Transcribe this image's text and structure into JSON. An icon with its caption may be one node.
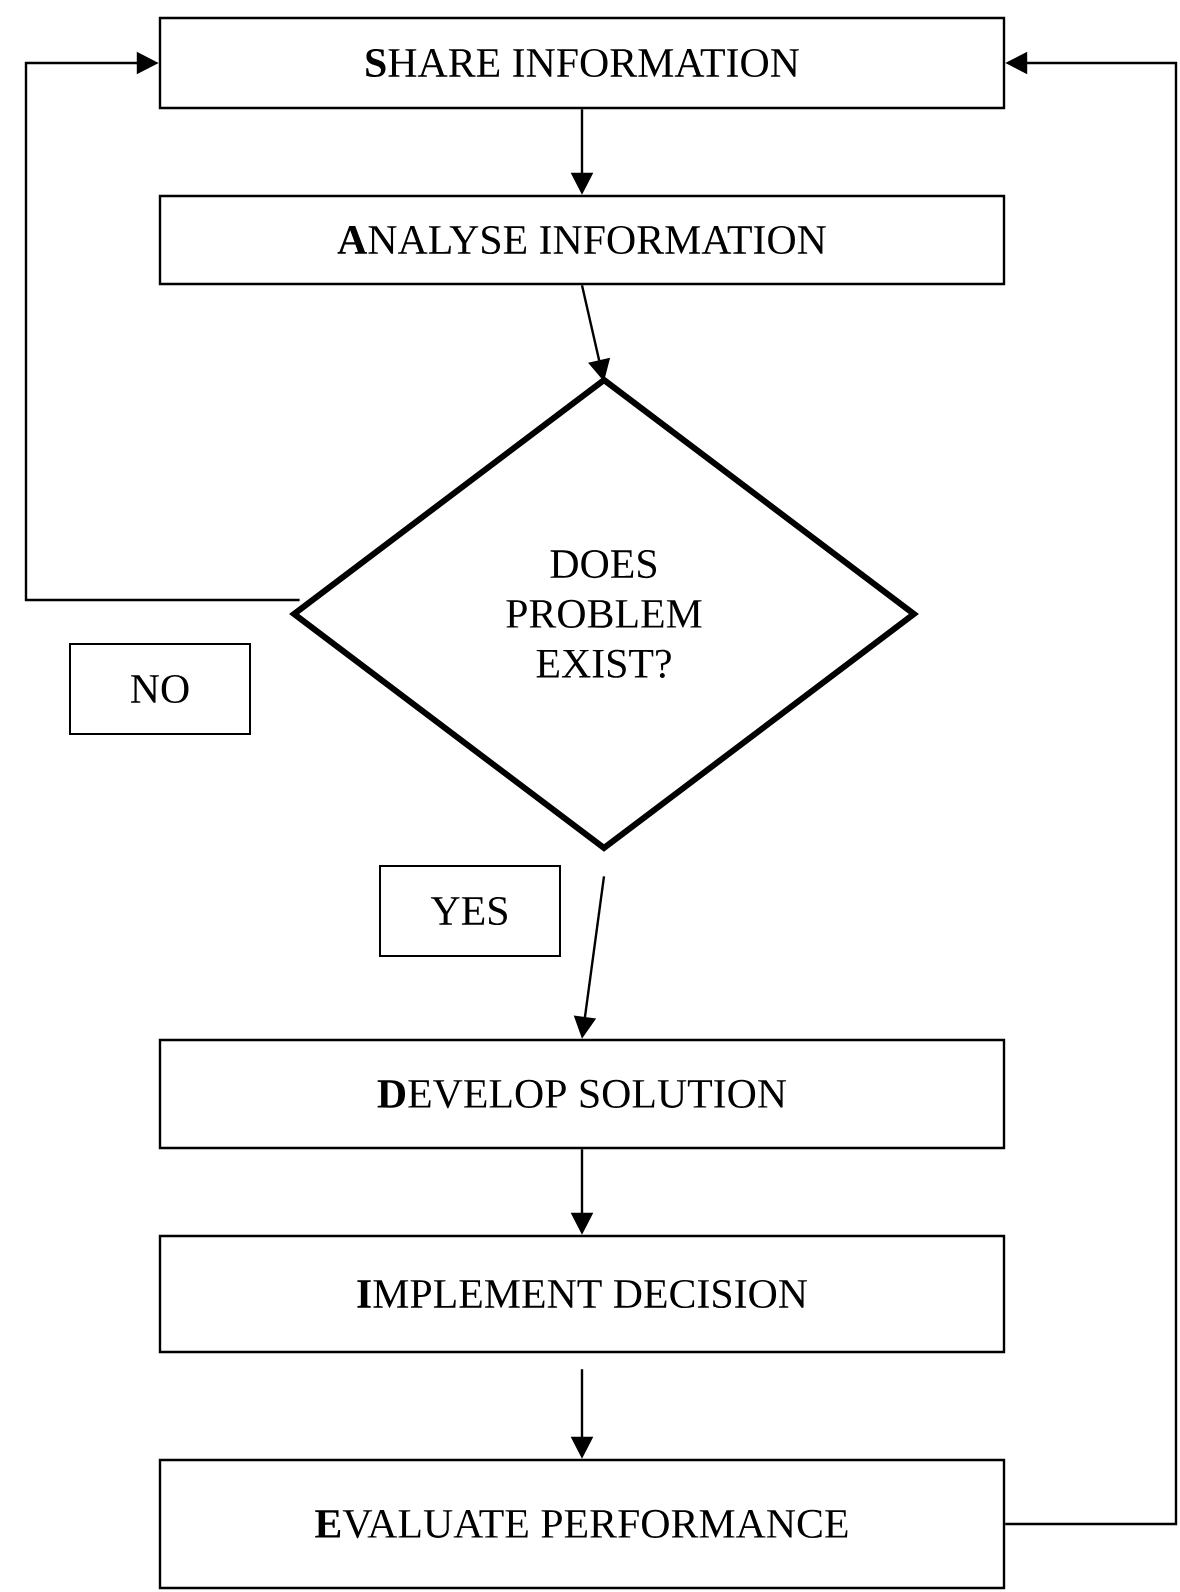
{
  "diagram": {
    "nodes": [
      {
        "text": [
          "**S**HARE INFORMATION"
        ]
      },
      {
        "text": [
          "**A**NALYSE INFORMATION"
        ]
      },
      {
        "text": [
          "DOES PROBLEM EXIST?"
        ]
      },
      {
        "text": [
          "NO"
        ]
      },
      {
        "text": [
          "YES"
        ]
      },
      {
        "text": [
          "**D**EVELOP SOLUTION"
        ]
      },
      {
        "text": [
          "**I**MPLEMENT DECISION"
        ]
      },
      {
        "text": [
          "**E**VALUATE PERFORMANCE"
        ]
      }
    ],
    "edges": [
      {
        "from": 0,
        "to": 1,
        "arrow": "to"
      },
      {
        "from": 1,
        "to": 2,
        "arrow": "to"
      },
      {
        "from": 2,
        "to": 0,
        "arrow": "to"
      },
      {
        "from": 2,
        "to": 5,
        "arrow": "to"
      },
      {
        "from": 5,
        "to": 6,
        "arrow": "to"
      },
      {
        "from": 6,
        "to": 7,
        "arrow": "to"
      },
      {
        "from": 7,
        "to": 0,
        "arrow": "to"
      }
    ]
  }
}
